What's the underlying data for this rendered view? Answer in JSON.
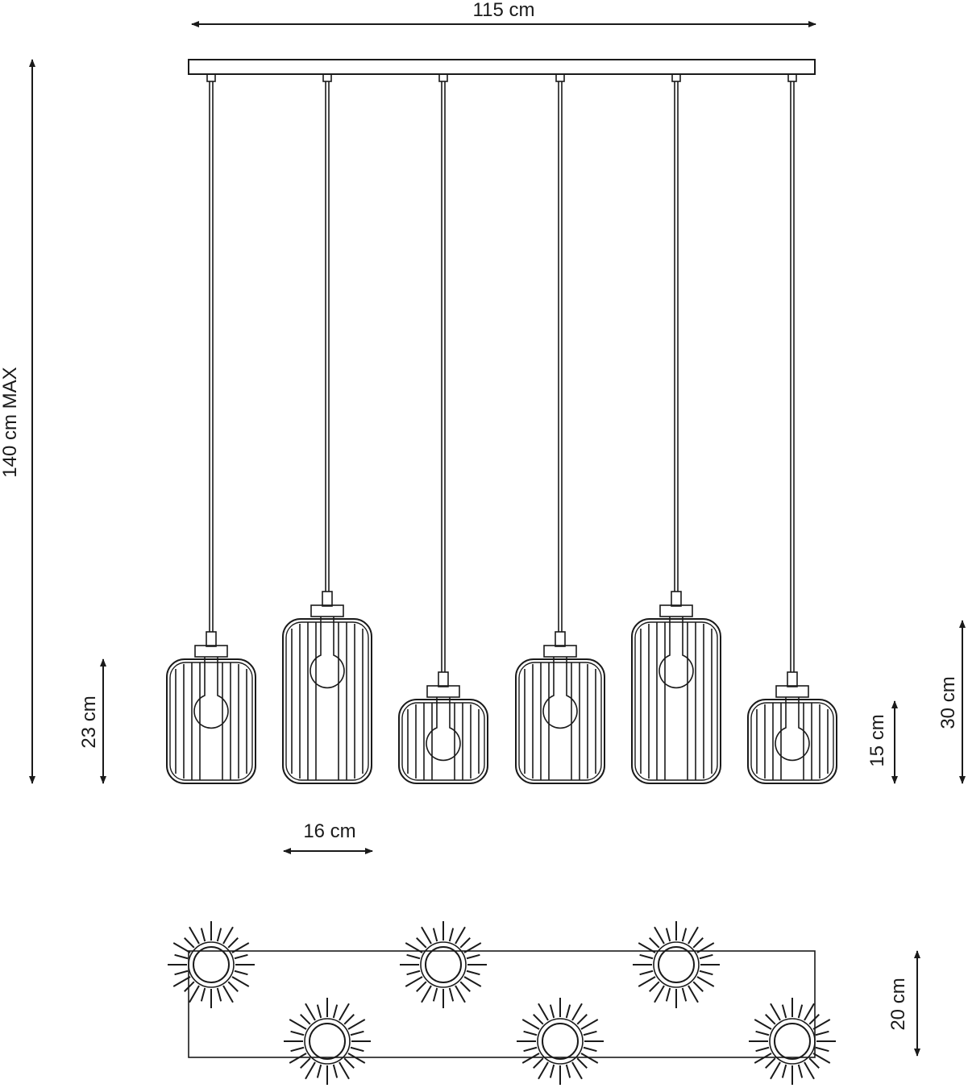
{
  "dimensions": {
    "width_total": "115 cm",
    "height_max": "140 cm MAX",
    "shade_small_height": "23 cm",
    "shade_diameter": "16 cm",
    "shade_short_height": "15 cm",
    "shade_tall_height": "30 cm",
    "depth": "20 cm"
  },
  "colors": {
    "line": "#1a1a1a",
    "background": "#ffffff"
  }
}
